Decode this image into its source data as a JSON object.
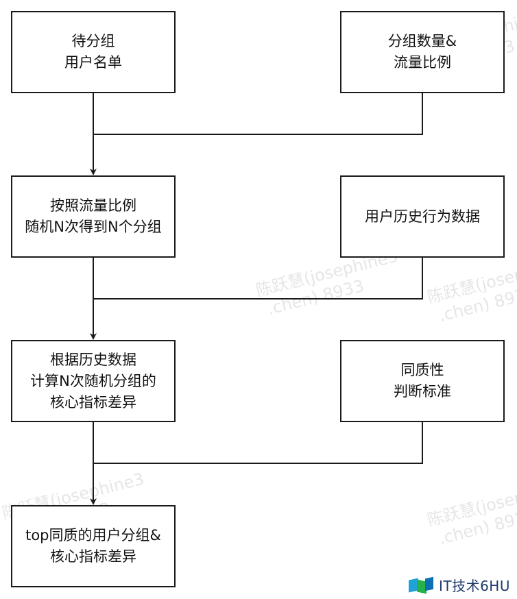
{
  "watermark": {
    "line1": "陈跃慧(josephine3",
    "line2": ".chen) 8933"
  },
  "left_column": [
    {
      "id": "box-a",
      "lines": [
        "待分组",
        "用户名单"
      ]
    },
    {
      "id": "box-c",
      "lines": [
        "按照流量比例",
        "随机N次得到N个分组"
      ]
    },
    {
      "id": "box-e",
      "lines": [
        "根据历史数据",
        "计算N次随机分组的",
        "核心指标差异"
      ]
    },
    {
      "id": "box-g",
      "lines": [
        "top同质的用户分组&",
        "核心指标差异"
      ]
    }
  ],
  "right_column": [
    {
      "id": "box-b",
      "lines": [
        "分组数量&",
        "流量比例"
      ]
    },
    {
      "id": "box-d",
      "lines": [
        "用户历史行为数据"
      ]
    },
    {
      "id": "box-f",
      "lines": [
        "同质性",
        "判断标准"
      ]
    }
  ],
  "brand": {
    "text": "IT技术6HU",
    "colors": [
      "#1fa3d6",
      "#27b14a",
      "#0a6fb5"
    ]
  }
}
